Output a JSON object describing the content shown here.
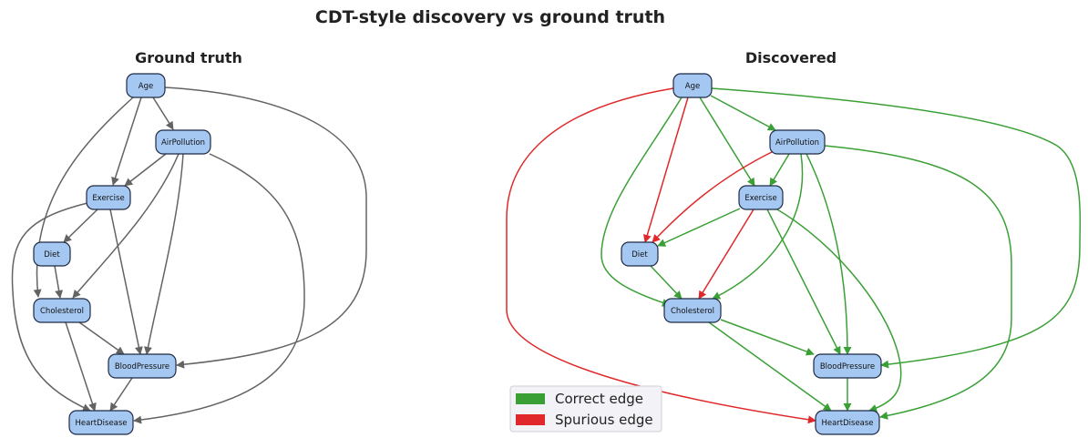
{
  "figure": {
    "title": "CDT-style discovery vs ground truth"
  },
  "panels": {
    "left": {
      "title": "Ground truth"
    },
    "right": {
      "title": "Discovered"
    }
  },
  "nodes": [
    "Age",
    "AirPollution",
    "Exercise",
    "Diet",
    "Cholesterol",
    "BloodPressure",
    "HeartDisease"
  ],
  "colors": {
    "node_fill": "#a5c8f2",
    "truth_edge": "#636363",
    "correct_edge": "#3aa035",
    "spurious_edge": "#e0282a"
  },
  "ground_truth_edges": [
    [
      "Age",
      "AirPollution"
    ],
    [
      "Age",
      "Exercise"
    ],
    [
      "Age",
      "Cholesterol"
    ],
    [
      "Age",
      "BloodPressure"
    ],
    [
      "AirPollution",
      "Exercise"
    ],
    [
      "AirPollution",
      "Cholesterol"
    ],
    [
      "AirPollution",
      "BloodPressure"
    ],
    [
      "AirPollution",
      "HeartDisease"
    ],
    [
      "Exercise",
      "Diet"
    ],
    [
      "Exercise",
      "BloodPressure"
    ],
    [
      "Exercise",
      "HeartDisease"
    ],
    [
      "Diet",
      "Cholesterol"
    ],
    [
      "Cholesterol",
      "BloodPressure"
    ],
    [
      "Cholesterol",
      "HeartDisease"
    ],
    [
      "BloodPressure",
      "HeartDisease"
    ]
  ],
  "discovered_edges": [
    {
      "from": "Age",
      "to": "AirPollution",
      "status": "correct"
    },
    {
      "from": "Age",
      "to": "Exercise",
      "status": "correct"
    },
    {
      "from": "Age",
      "to": "Cholesterol",
      "status": "correct"
    },
    {
      "from": "Age",
      "to": "BloodPressure",
      "status": "correct"
    },
    {
      "from": "Age",
      "to": "Diet",
      "status": "spurious"
    },
    {
      "from": "Age",
      "to": "HeartDisease",
      "status": "spurious"
    },
    {
      "from": "AirPollution",
      "to": "Exercise",
      "status": "correct"
    },
    {
      "from": "AirPollution",
      "to": "Cholesterol",
      "status": "correct"
    },
    {
      "from": "AirPollution",
      "to": "BloodPressure",
      "status": "correct"
    },
    {
      "from": "AirPollution",
      "to": "HeartDisease",
      "status": "correct"
    },
    {
      "from": "AirPollution",
      "to": "Diet",
      "status": "spurious"
    },
    {
      "from": "Exercise",
      "to": "Diet",
      "status": "correct"
    },
    {
      "from": "Exercise",
      "to": "BloodPressure",
      "status": "correct"
    },
    {
      "from": "Exercise",
      "to": "HeartDisease",
      "status": "correct"
    },
    {
      "from": "Exercise",
      "to": "Cholesterol",
      "status": "spurious"
    },
    {
      "from": "Diet",
      "to": "Cholesterol",
      "status": "correct"
    },
    {
      "from": "Cholesterol",
      "to": "BloodPressure",
      "status": "correct"
    },
    {
      "from": "Cholesterol",
      "to": "HeartDisease",
      "status": "correct"
    },
    {
      "from": "BloodPressure",
      "to": "HeartDisease",
      "status": "correct"
    }
  ],
  "legend": {
    "items": [
      {
        "label": "Correct edge",
        "color": "#3aa035"
      },
      {
        "label": "Spurious edge",
        "color": "#e0282a"
      }
    ]
  }
}
